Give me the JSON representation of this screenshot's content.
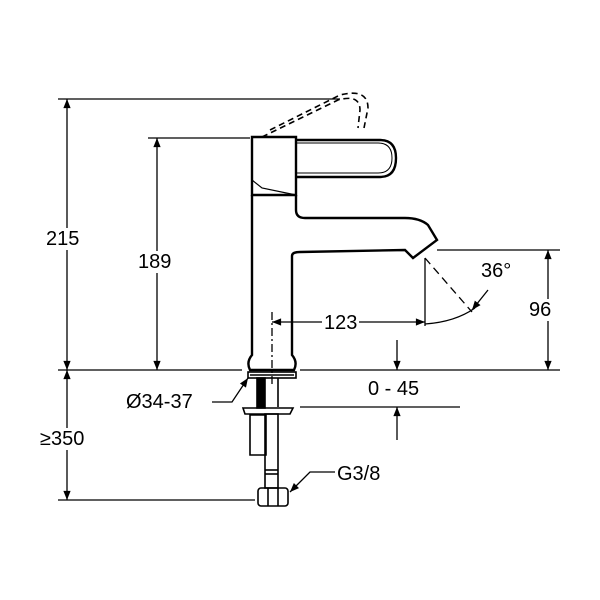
{
  "drawing": {
    "title": "Basin mixer dimension drawing",
    "dimensions": {
      "total_height": "215",
      "body_height": "189",
      "spout_reach": "123",
      "spout_height": "96",
      "spout_angle": "36°",
      "hole_diameter": "Ø34-37",
      "deck_thickness": "0 - 45",
      "hose_length": "≥350",
      "connection_thread": "G3/8"
    },
    "line_color": "#000000"
  }
}
